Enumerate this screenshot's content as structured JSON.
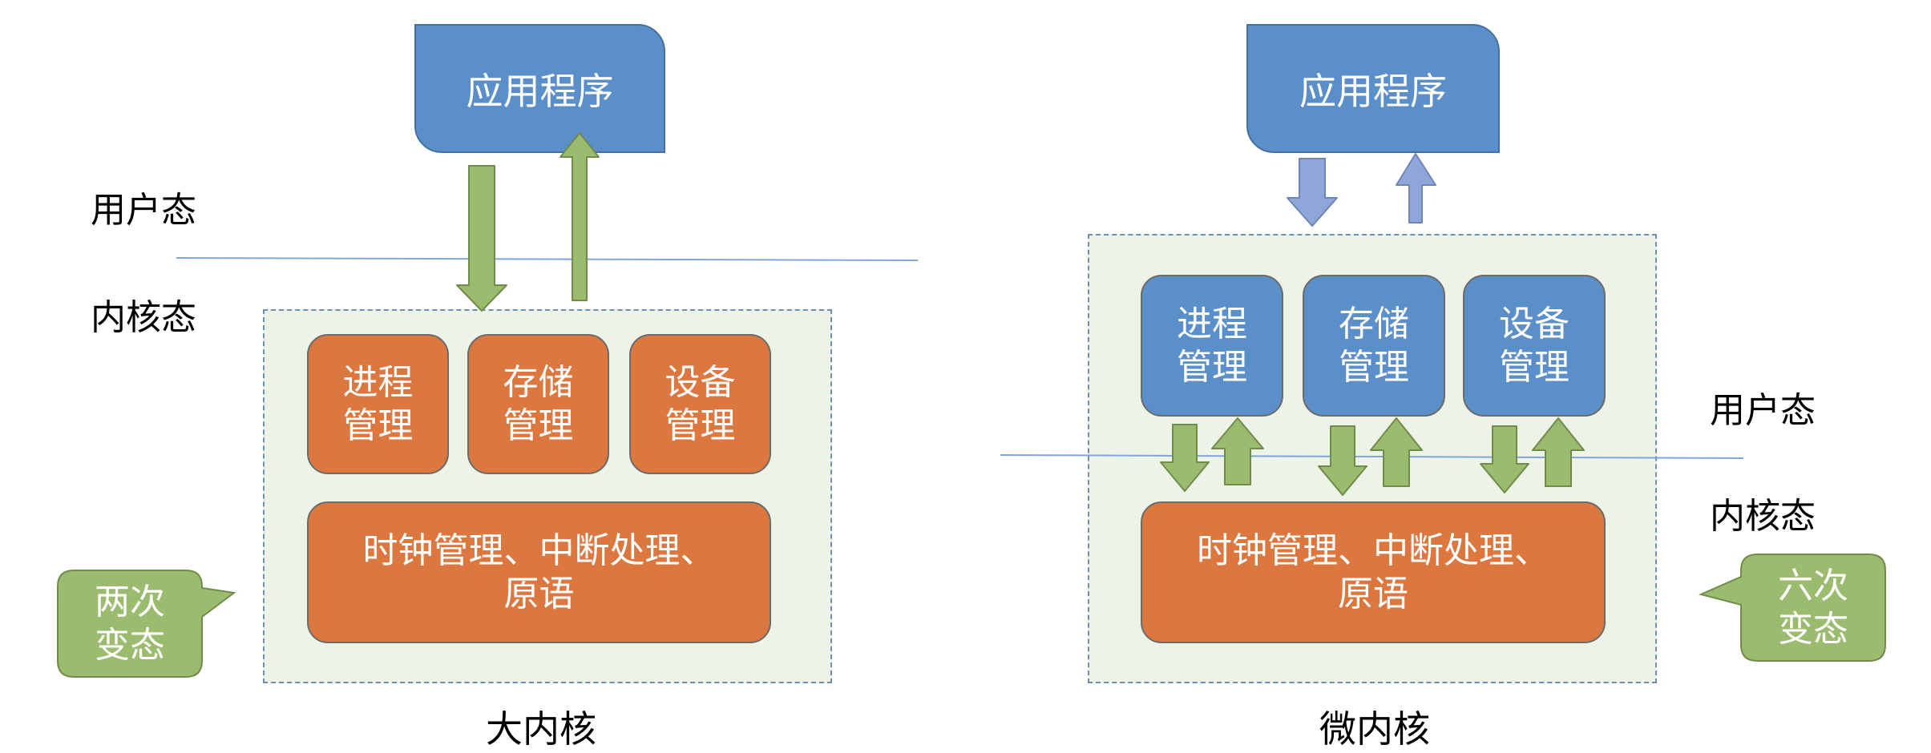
{
  "colors": {
    "app_blue": "#5b8fc9",
    "module_orange": "#dc773f",
    "arrow_green": "#9bbb6f",
    "arrow_blue": "#8ea6d8",
    "region_fill": "#eef3e7",
    "callout_green": "#9bbb6f",
    "mode_line": "#7fa6d6"
  },
  "left": {
    "app_label": "应用程序",
    "user_mode": "用户态",
    "kernel_mode": "内核态",
    "modules": [
      "进程\n管理",
      "存储\n管理",
      "设备\n管理"
    ],
    "core": "时钟管理、中断处理、\n原语",
    "callout": "两次\n变态",
    "caption": "大内核"
  },
  "right": {
    "app_label": "应用程序",
    "user_mode": "用户态",
    "kernel_mode": "内核态",
    "modules": [
      "进程\n管理",
      "存储\n管理",
      "设备\n管理"
    ],
    "core": "时钟管理、中断处理、\n原语",
    "callout": "六次\n变态",
    "caption": "微内核"
  }
}
